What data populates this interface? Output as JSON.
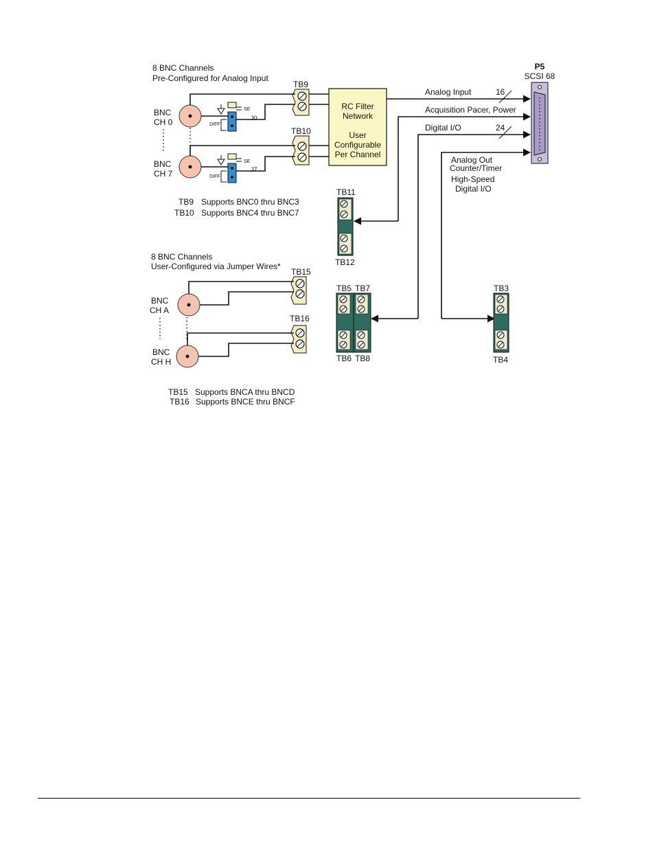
{
  "top_section": {
    "title_line1": "8 BNC Channels",
    "title_line2": "Pre-Configured for Analog Input",
    "bnc_ch0": [
      "BNC",
      "CH 0"
    ],
    "bnc_ch7": [
      "BNC",
      "CH 7"
    ],
    "jumper_j0": "J0",
    "jumper_j7": "J7",
    "se_label": "SE",
    "diff_label": "DIFF",
    "tb9": "TB9",
    "tb10": "TB10",
    "tb9_note_id": "TB9",
    "tb9_note": "Supports BNC0 thru BNC3",
    "tb10_note_id": "TB10",
    "tb10_note": "Supports BNC4 thru BNC7"
  },
  "filter": {
    "line1": "RC Filter",
    "line2": "Network",
    "line3": "User",
    "line4": "Configurable",
    "line5": "Per Channel"
  },
  "connector": {
    "name": "P5",
    "type": "SCSI 68"
  },
  "signals": {
    "analog_input": "Analog Input",
    "analog_input_count": "16",
    "acq_pacer": "Acquisition Pacer, Power",
    "digital_io": "Digital I/O",
    "digital_io_count": "24",
    "analog_out_1": "Analog Out",
    "analog_out_2": "Counter/Timer",
    "hs_1": "High-Speed",
    "hs_2": "Digital I/O"
  },
  "terminal_blocks": {
    "tb11": "TB11",
    "tb12": "TB12",
    "tb5": "TB5",
    "tb7": "TB7",
    "tb6": "TB6",
    "tb8": "TB8",
    "tb3": "TB3",
    "tb4": "TB4"
  },
  "bottom_section": {
    "title_line1": "8 BNC Channels",
    "title_line2": "User-Configured via Jumper Wires*",
    "bnc_cha": [
      "BNC",
      "CH A"
    ],
    "bnc_chh": [
      "BNC",
      "CH H"
    ],
    "tb15": "TB15",
    "tb16": "TB16",
    "tb15_note_id": "TB15",
    "tb15_note": "Supports BNCA thru BNCD",
    "tb16_note_id": "TB16",
    "tb16_note": "Supports BNCE thru BNCF"
  },
  "colors": {
    "bnc_fill": "#f5c4ae",
    "filter_fill": "#fbf6c4",
    "connector_fill": "#c7bedc",
    "tb_fill": "#2e6b60",
    "jumper_blue": "#2f8fd0",
    "tb_clamp_fill": "#f4efc2"
  }
}
